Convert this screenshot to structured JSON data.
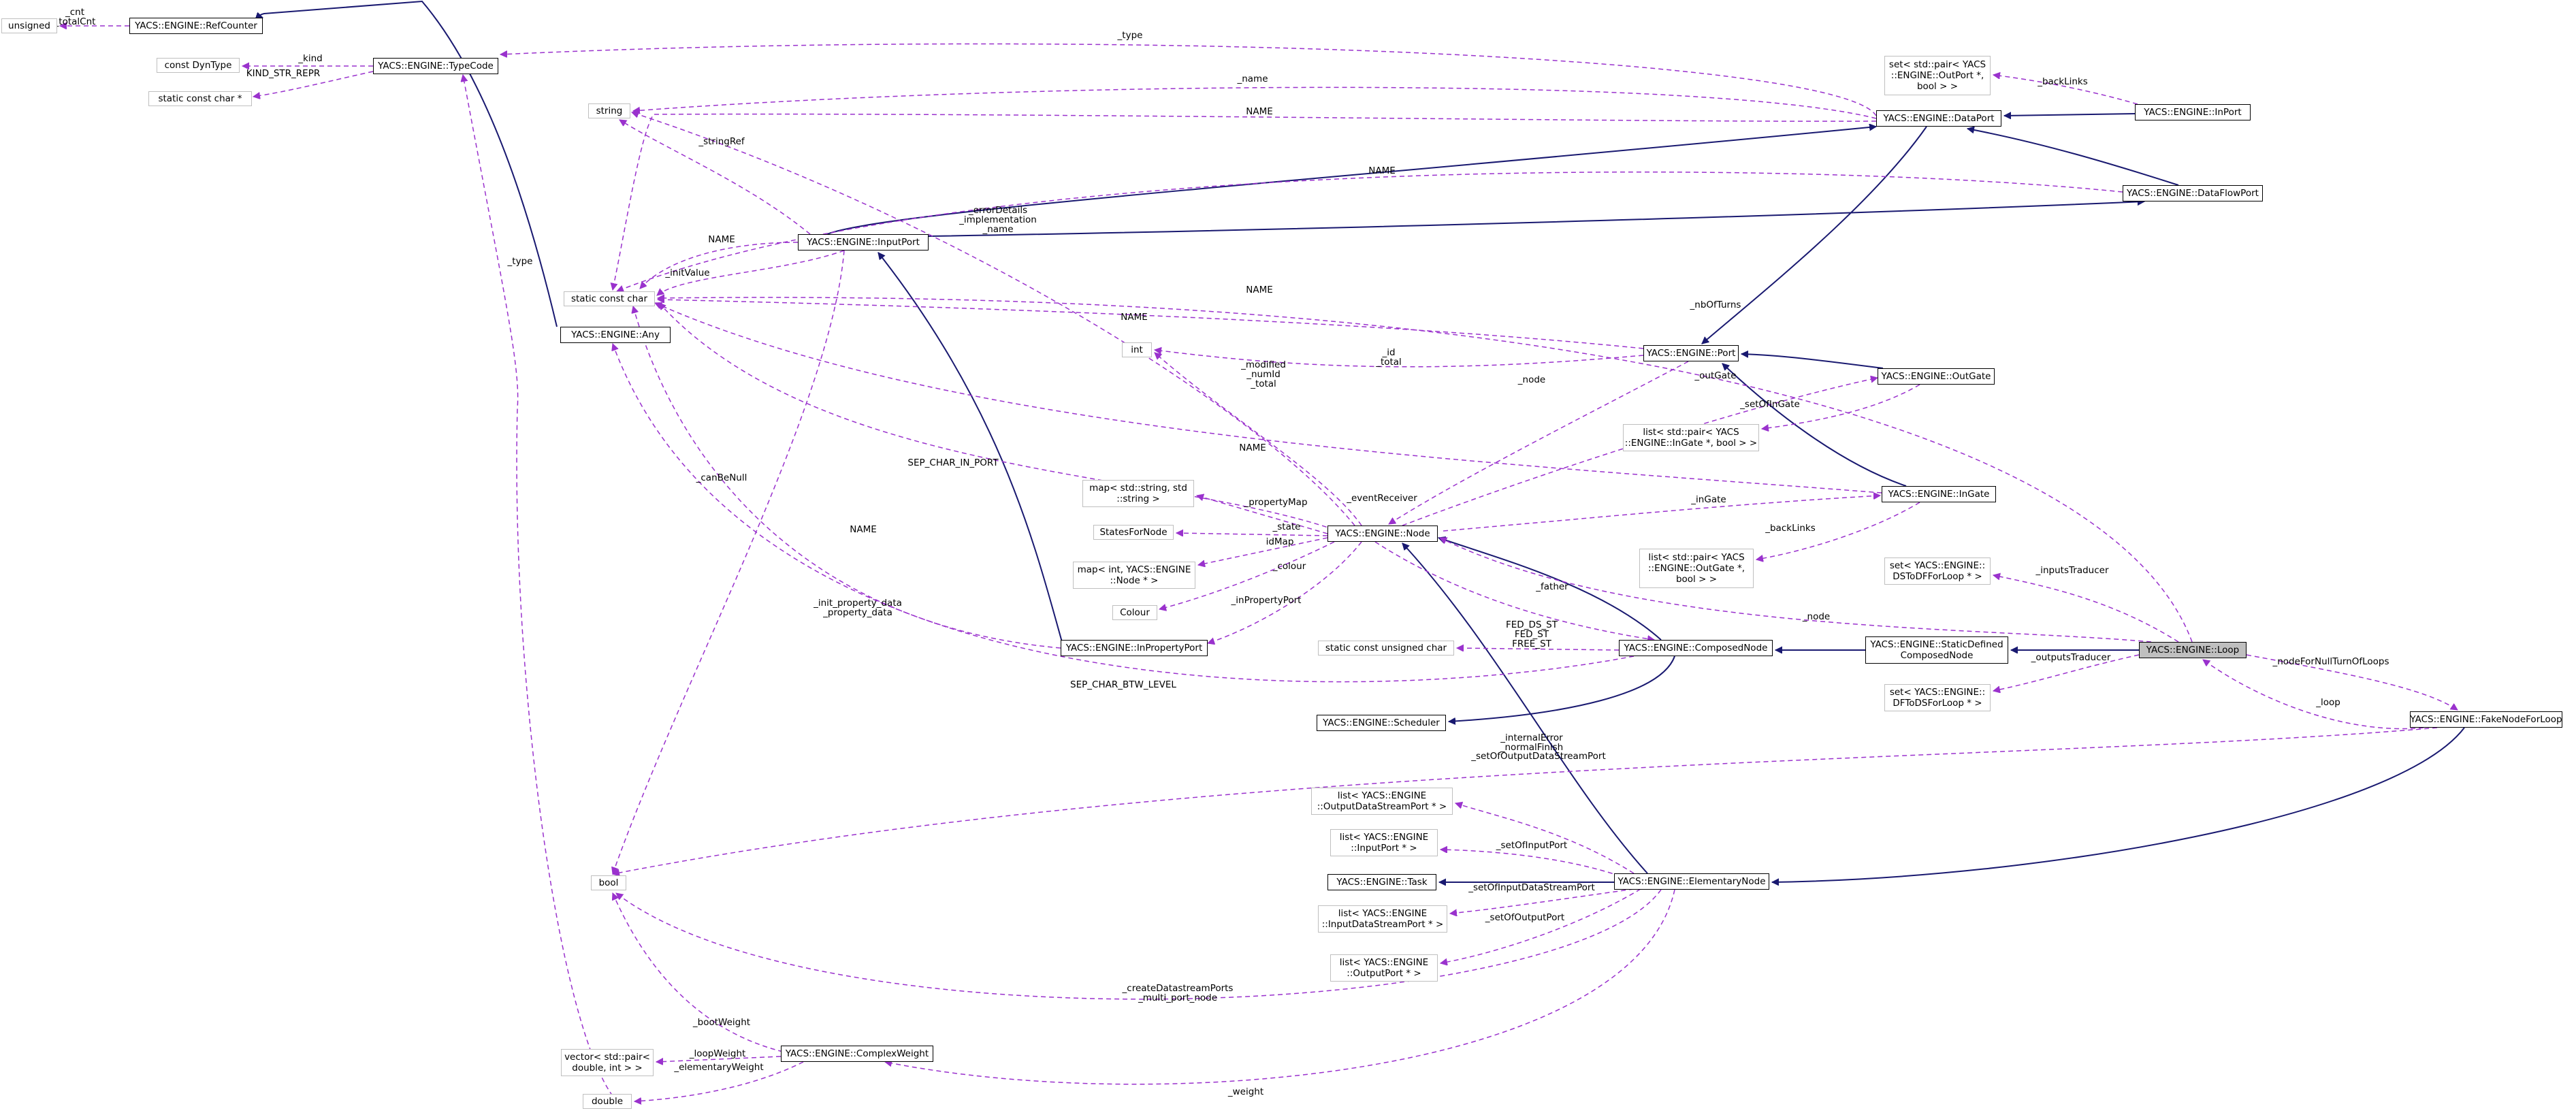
{
  "colors": {
    "inheritance": "#191970",
    "usage": "#9a32cd",
    "focus_fill": "#bfbfbf"
  },
  "nodes": {
    "unsigned": [
      "unsigned"
    ],
    "refcounter": [
      "YACS::ENGINE::RefCounter"
    ],
    "dyntype": [
      "const DynType"
    ],
    "typecode": [
      "YACS::ENGINE::TypeCode"
    ],
    "staticcharptr": [
      "static const char *"
    ],
    "string": [
      "string"
    ],
    "inputport": [
      "YACS::ENGINE::InputPort"
    ],
    "staticchar": [
      "static const char"
    ],
    "any": [
      "YACS::ENGINE::Any"
    ],
    "int": [
      "int"
    ],
    "map_ss": [
      "map< std::string, std",
      "::string >"
    ],
    "statesfornode": [
      "StatesForNode"
    ],
    "map_inode": [
      "map< int, YACS::ENGINE",
      "::Node * >"
    ],
    "colour": [
      "Colour"
    ],
    "node": [
      "YACS::ENGINE::Node"
    ],
    "inpropertyport": [
      "YACS::ENGINE::InPropertyPort"
    ],
    "staticuchar": [
      "static const unsigned char"
    ],
    "composednode": [
      "YACS::ENGINE::ComposedNode"
    ],
    "scheduler": [
      "YACS::ENGINE::Scheduler"
    ],
    "set_outport": [
      "set< std::pair< YACS",
      "::ENGINE::OutPort *,",
      " bool > >"
    ],
    "dataport": [
      "YACS::ENGINE::DataPort"
    ],
    "inport": [
      "YACS::ENGINE::InPort"
    ],
    "dataflowport": [
      "YACS::ENGINE::DataFlowPort"
    ],
    "port": [
      "YACS::ENGINE::Port"
    ],
    "outgate": [
      "YACS::ENGINE::OutGate"
    ],
    "list_ingate": [
      "list< std::pair< YACS",
      "::ENGINE::InGate *, bool > >"
    ],
    "ingate": [
      "YACS::ENGINE::InGate"
    ],
    "list_outgate": [
      "list< std::pair< YACS",
      "::ENGINE::OutGate *,",
      " bool > >"
    ],
    "set_ds": [
      "set< YACS::ENGINE::",
      "DSToDFForLoop * >"
    ],
    "staticdefined": [
      "YACS::ENGINE::StaticDefined",
      "ComposedNode"
    ],
    "loop": [
      "YACS::ENGINE::Loop"
    ],
    "set_df": [
      "set< YACS::ENGINE::",
      "DFToDSForLoop * >"
    ],
    "fakenode": [
      "YACS::ENGINE::FakeNodeForLoop"
    ],
    "list_outds": [
      "list< YACS::ENGINE",
      "::OutputDataStreamPort * >"
    ],
    "list_inport": [
      "list< YACS::ENGINE",
      "::InputPort * >"
    ],
    "task": [
      "YACS::ENGINE::Task"
    ],
    "elementarynode": [
      "YACS::ENGINE::ElementaryNode"
    ],
    "list_inds": [
      "list< YACS::ENGINE",
      "::InputDataStreamPort * >"
    ],
    "list_outport": [
      "list< YACS::ENGINE",
      "::OutputPort * >"
    ],
    "bool": [
      "bool"
    ],
    "vector": [
      "vector< std::pair<",
      " double, int > >"
    ],
    "complexweight": [
      "YACS::ENGINE::ComplexWeight"
    ],
    "double": [
      "double"
    ]
  },
  "edge_labels": {
    "cnt": [
      "_cnt",
      "_totalCnt"
    ],
    "kind": [
      "_kind"
    ],
    "kind_str_repr": [
      "KIND_STR_REPR"
    ],
    "type_top": [
      "_type"
    ],
    "name_dataport": [
      "_name"
    ],
    "name_static_dp": [
      "NAME"
    ],
    "backlinks_inport": [
      "_backLinks"
    ],
    "name_dataflow": [
      "NAME"
    ],
    "stringref": [
      "_stringRef"
    ],
    "errordetails": [
      "_errorDetails",
      "_implementation",
      "_name"
    ],
    "name_inputport": [
      "NAME"
    ],
    "initvalue": [
      "_initValue"
    ],
    "type_any": [
      "_type"
    ],
    "name_loop": [
      "NAME"
    ],
    "nbofturns": [
      "_nbOfTurns"
    ],
    "name_port": [
      "NAME"
    ],
    "id_total": [
      "_id",
      "_total"
    ],
    "modified": [
      "_modified",
      "_numId",
      "_total"
    ],
    "node_port": [
      "_node"
    ],
    "outgate": [
      "_outGate"
    ],
    "setofingate": [
      "_setOfInGate"
    ],
    "name_ingate": [
      "NAME"
    ],
    "sep_in_port": [
      "SEP_CHAR_IN_PORT"
    ],
    "canbenull": [
      "_canBeNull"
    ],
    "eventreceiver": [
      "_eventReceiver"
    ],
    "propertymap": [
      "_propertyMap"
    ],
    "state": [
      "_state"
    ],
    "idmap": [
      "idMap"
    ],
    "colour": [
      "_colour"
    ],
    "inpropertyport": [
      "_inPropertyPort"
    ],
    "ingate": [
      "_inGate"
    ],
    "backlinks_ingate": [
      "_backLinks"
    ],
    "inputstraducer": [
      "_inputsTraducer"
    ],
    "node_loop": [
      "_node"
    ],
    "name_inprop": [
      "NAME"
    ],
    "init_property": [
      "_init_property_data",
      "_property_data"
    ],
    "father": [
      "_father"
    ],
    "fed": [
      "FED_DS_ST",
      "FED_ST",
      "FREE_ST"
    ],
    "sep_btw_level": [
      "SEP_CHAR_BTW_LEVEL"
    ],
    "outputstraducer": [
      "_outputsTraducer"
    ],
    "nodefornull": [
      "_nodeForNullTurnOfLoops"
    ],
    "loop_back": [
      "_loop"
    ],
    "internalerror": [
      "_internalError",
      "_normalFinish"
    ],
    "setofoutds": [
      "_setOfOutputDataStreamPort"
    ],
    "setofinputport": [
      "_setOfInputPort"
    ],
    "setofinds": [
      "_setOfInputDataStreamPort"
    ],
    "setofoutport": [
      "_setOfOutputPort"
    ],
    "createds": [
      "_createDatastreamPorts",
      "_multi_port_node"
    ],
    "bootweight": [
      "_bootWeight"
    ],
    "loopweight": [
      "_loopWeight"
    ],
    "elementaryweight": [
      "_elementaryWeight"
    ],
    "weight": [
      "_weight"
    ]
  }
}
